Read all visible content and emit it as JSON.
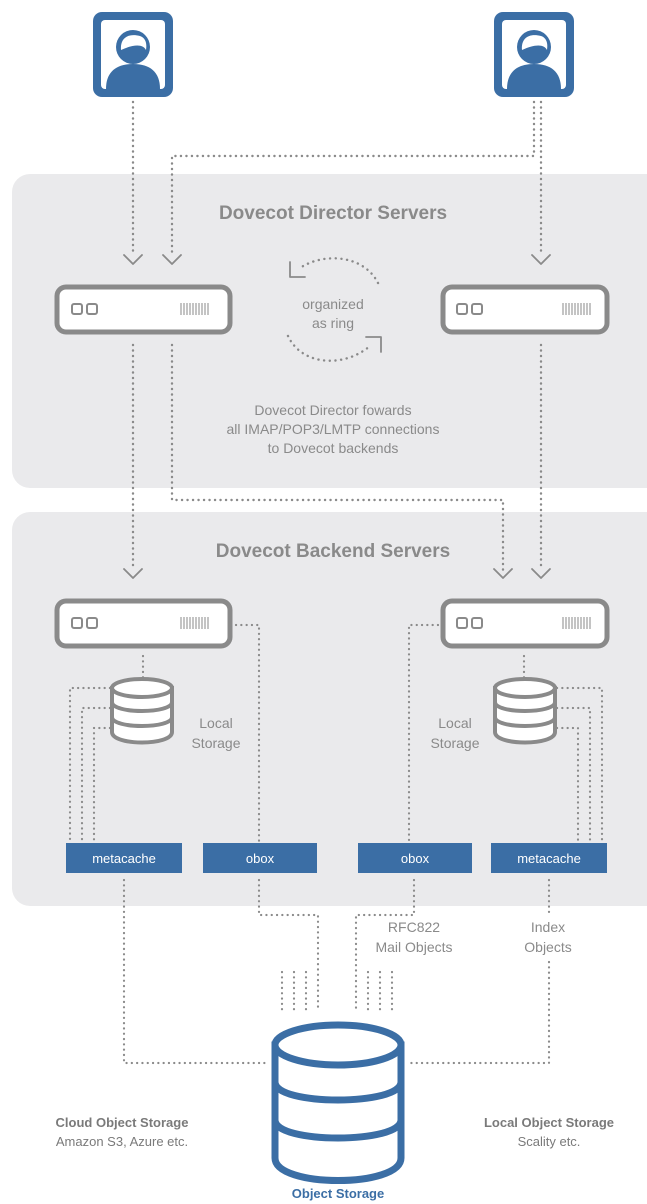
{
  "director": {
    "title": "Dovecot Director Servers",
    "ring_label_1": "organized",
    "ring_label_2": "as ring",
    "note_1": "Dovecot Director fowards",
    "note_2": "all IMAP/POP3/LMTP connections",
    "note_3": "to Dovecot backends"
  },
  "backend": {
    "title": "Dovecot Backend Servers",
    "left_storage_1": "Local",
    "left_storage_2": "Storage",
    "right_storage_1": "Local",
    "right_storage_2": "Storage",
    "boxes": [
      "metacache",
      "obox",
      "obox",
      "metacache"
    ]
  },
  "objects": {
    "rfc_1": "RFC822",
    "rfc_2": "Mail Objects",
    "index_1": "Index",
    "index_2": "Objects"
  },
  "storage": {
    "cloud_title": "Cloud Object Storage",
    "cloud_sub": "Amazon S3, Azure etc.",
    "local_title": "Local Object Storage",
    "local_sub": "Scality etc.",
    "main_label": "Object Storage"
  },
  "colors": {
    "accent": "#3b6ea5",
    "gray": "#8a8a8a",
    "panel": "#eaeaec"
  }
}
